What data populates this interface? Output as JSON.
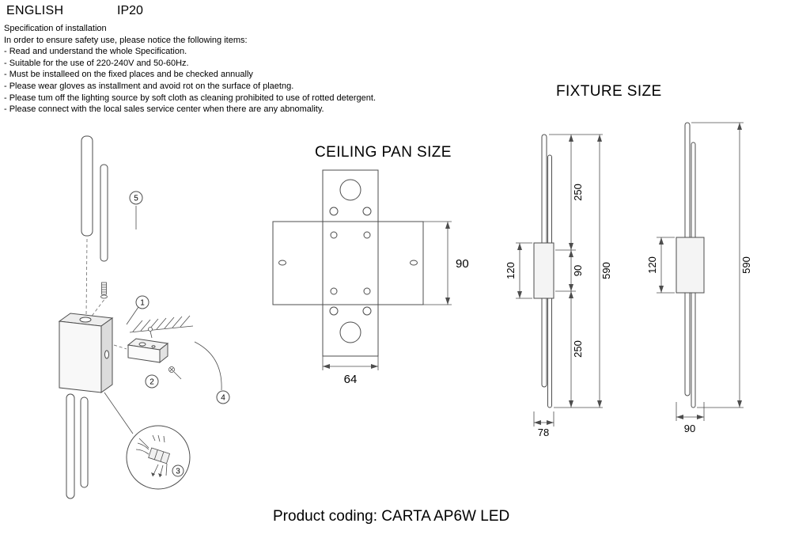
{
  "header": {
    "language": "ENGLISH",
    "ip_rating": "IP20"
  },
  "spec": {
    "title": "Specification of installation",
    "intro": "In order to ensure safety use, please notice the following items:",
    "items": [
      "- Read and understand the whole Specification.",
      "- Suitable for the use of 220-240V and 50-60Hz.",
      "- Must be installeed on the fixed places and be checked annually",
      "- Please wear gloves as installment and avoid rot on the surface of plaetng.",
      "- Please tum off the lighting source by soft cloth as cleaning prohibited to use of rotted detergent.",
      "- Please connect with the local sales service center when there are any abnomality."
    ]
  },
  "installation_diagram": {
    "callouts": {
      "c1": "1",
      "c2": "2",
      "c3": "3",
      "c4": "4",
      "c5": "5"
    }
  },
  "ceiling_pan": {
    "title": "CEILING PAN SIZE",
    "dims": {
      "height": "90",
      "width": "64"
    }
  },
  "fixture": {
    "title": "FIXTURE SIZE",
    "side_view": {
      "seg_top": "250",
      "seg_mid": "90",
      "seg_bottom": "250",
      "total": "590",
      "body": "120",
      "depth": "78"
    },
    "front_view": {
      "body": "120",
      "total": "590",
      "width": "90"
    }
  },
  "footer": {
    "product_coding": "Product coding: CARTA AP6W LED"
  },
  "drawing": {
    "line_color": "#4d4d4d"
  }
}
